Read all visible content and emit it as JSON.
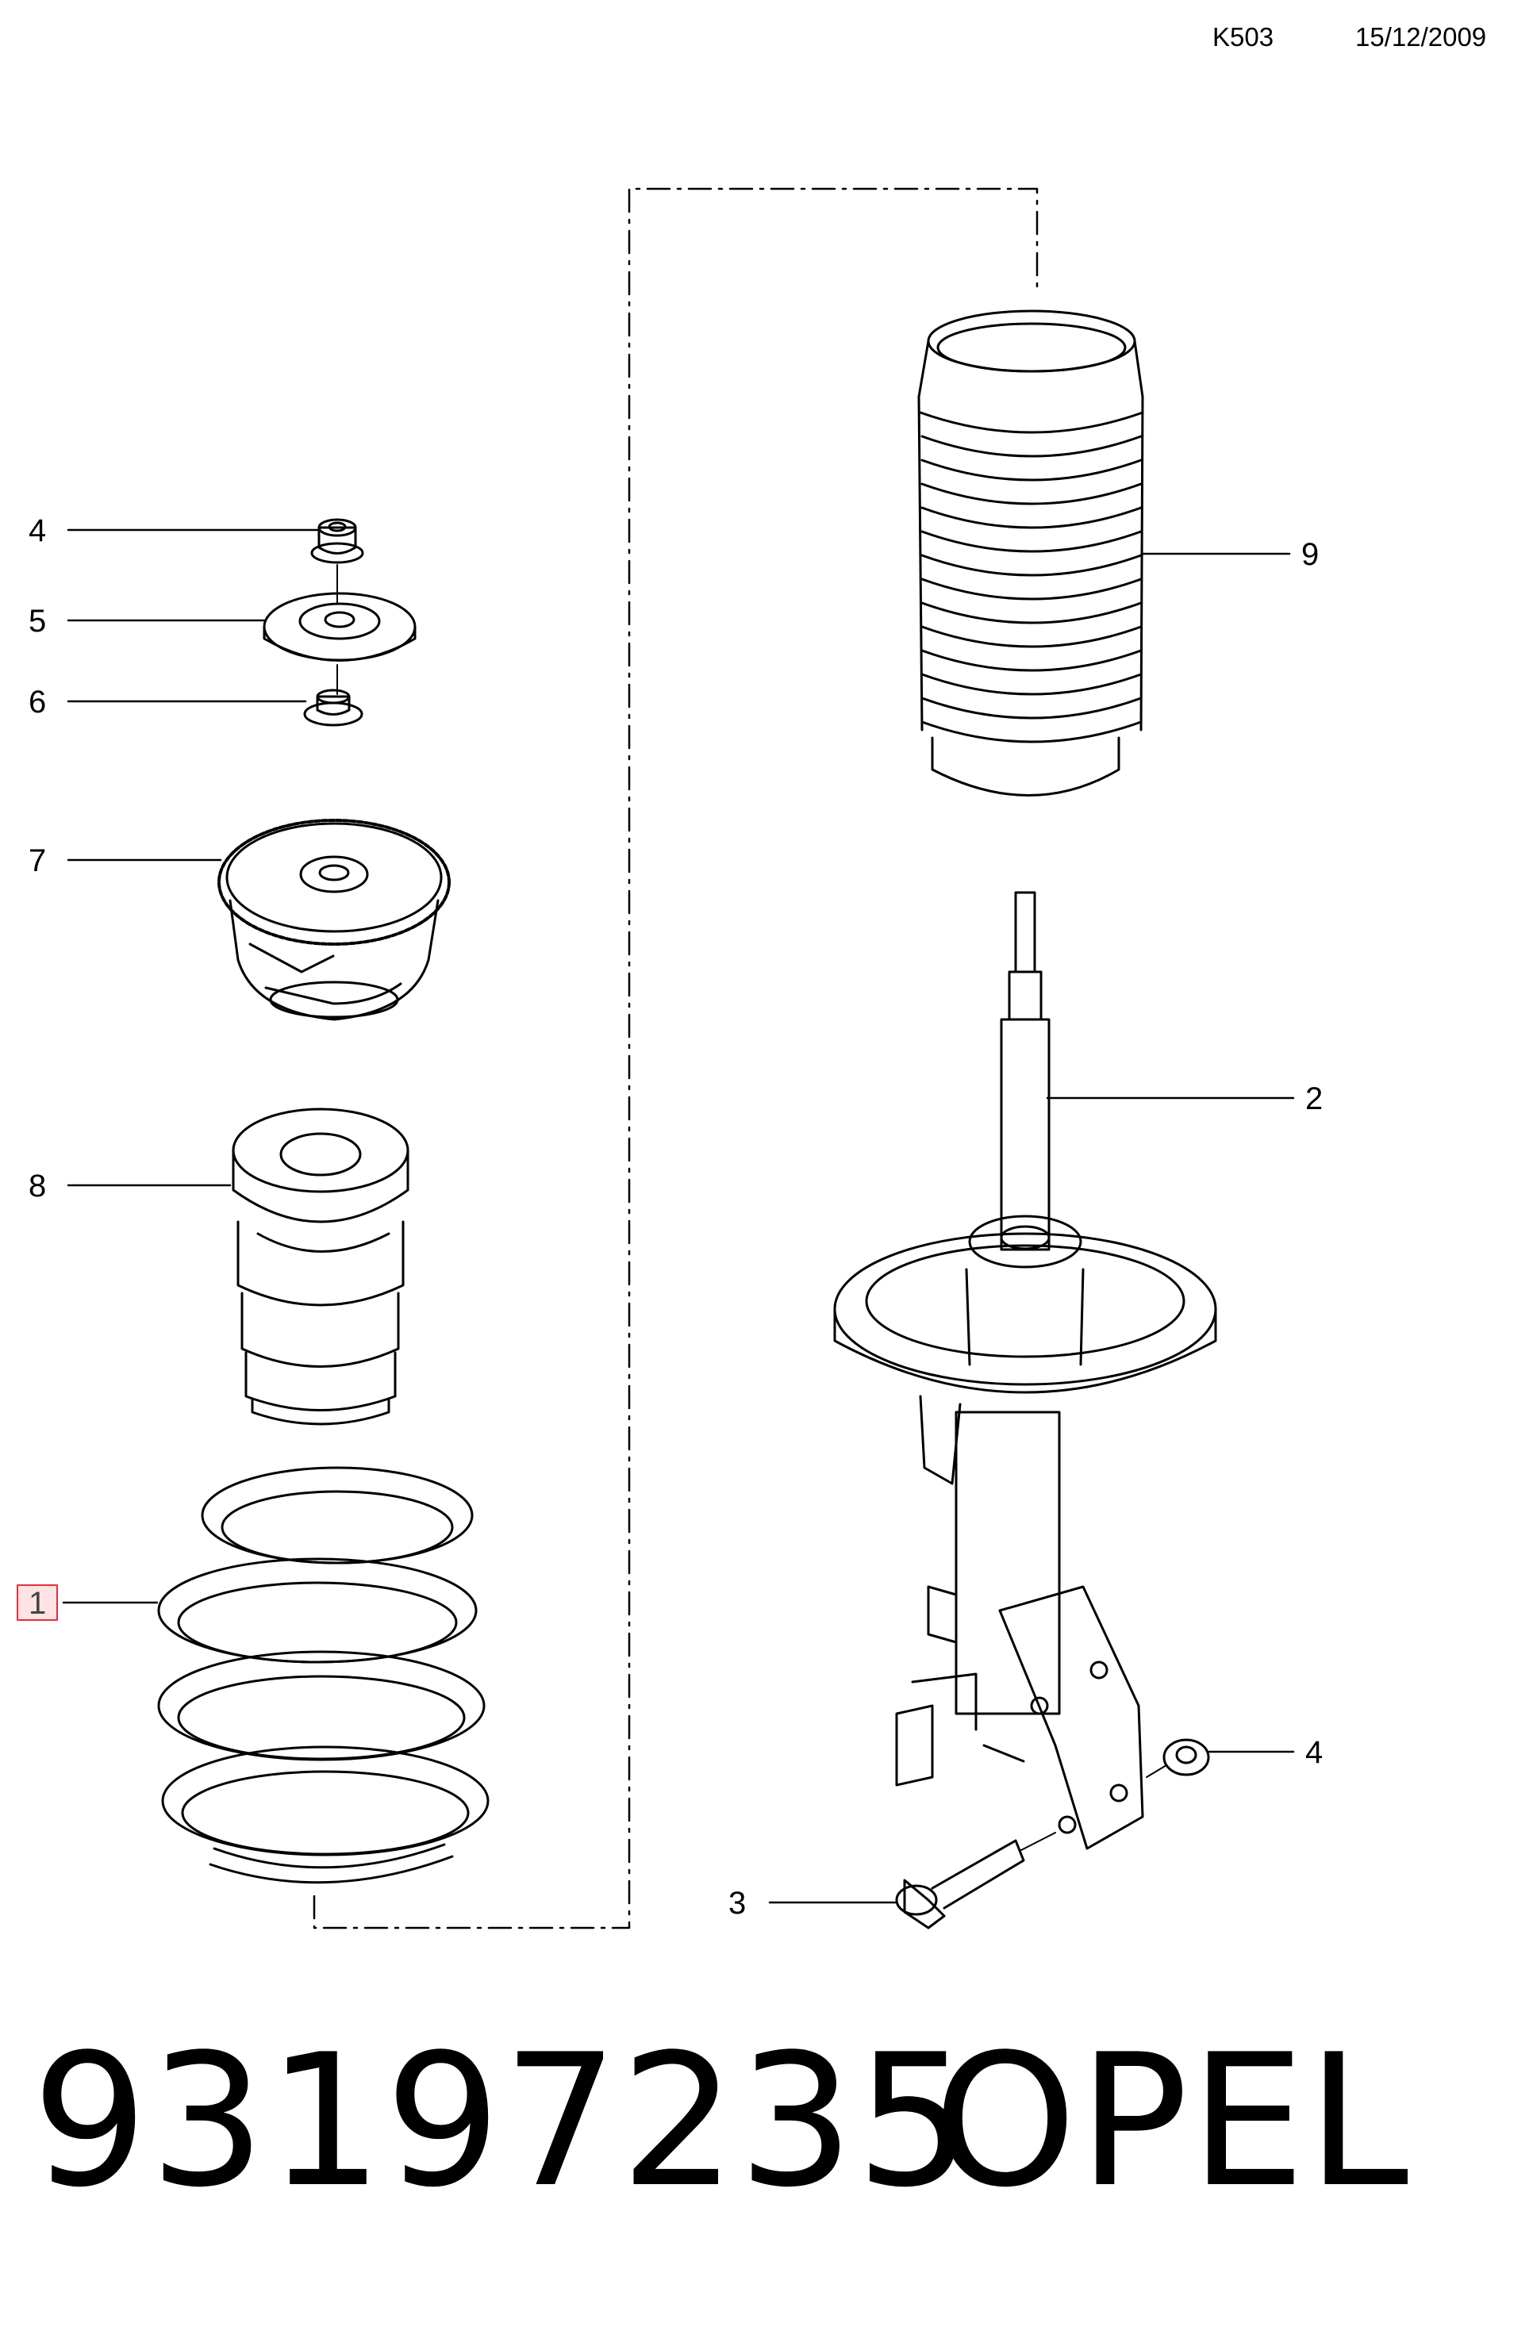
{
  "header": {
    "code": "K503",
    "date": "15/12/2009"
  },
  "callouts": [
    {
      "id": "c4a",
      "label": "4"
    },
    {
      "id": "c5",
      "label": "5"
    },
    {
      "id": "c6",
      "label": "6"
    },
    {
      "id": "c7",
      "label": "7"
    },
    {
      "id": "c8",
      "label": "8"
    },
    {
      "id": "c1",
      "label": "1",
      "highlighted": true
    },
    {
      "id": "c9",
      "label": "9"
    },
    {
      "id": "c2",
      "label": "2"
    },
    {
      "id": "c4b",
      "label": "4"
    },
    {
      "id": "c3",
      "label": "3"
    }
  ],
  "footer": {
    "part_number": "93197235",
    "brand": "OPEL"
  },
  "colors": {
    "line": "#000000",
    "highlight_border": "#e0303a",
    "highlight_fill": "#fde3e3"
  }
}
